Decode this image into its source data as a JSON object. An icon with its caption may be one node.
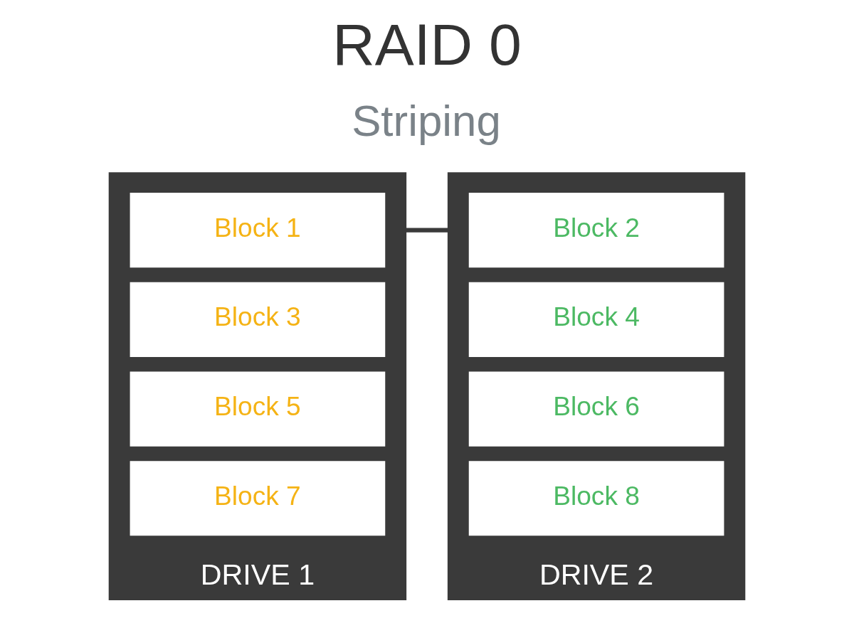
{
  "diagram": {
    "title": "RAID 0",
    "nodes": [
      {
        "text": [
          "DRIVE 1"
        ]
      },
      {
        "text": [
          "Block 1"
        ],
        "in": 0
      },
      {
        "text": [
          "Block 3"
        ],
        "in": 0
      },
      {
        "text": [
          "Block 5"
        ],
        "in": 0
      },
      {
        "text": [
          "Block 7"
        ],
        "in": 0
      },
      {
        "text": [
          "DRIVE 2"
        ]
      },
      {
        "text": [
          "Block 2"
        ],
        "in": 5
      },
      {
        "text": [
          "Block 4"
        ],
        "in": 5
      },
      {
        "text": [
          "Block 6"
        ],
        "in": 5
      },
      {
        "text": [
          "Block 8"
        ],
        "in": 5
      }
    ],
    "edges": [
      {
        "from": 0,
        "to": 5,
        "arrow": "none"
      }
    ],
    "labels": [
      "Striping"
    ]
  }
}
